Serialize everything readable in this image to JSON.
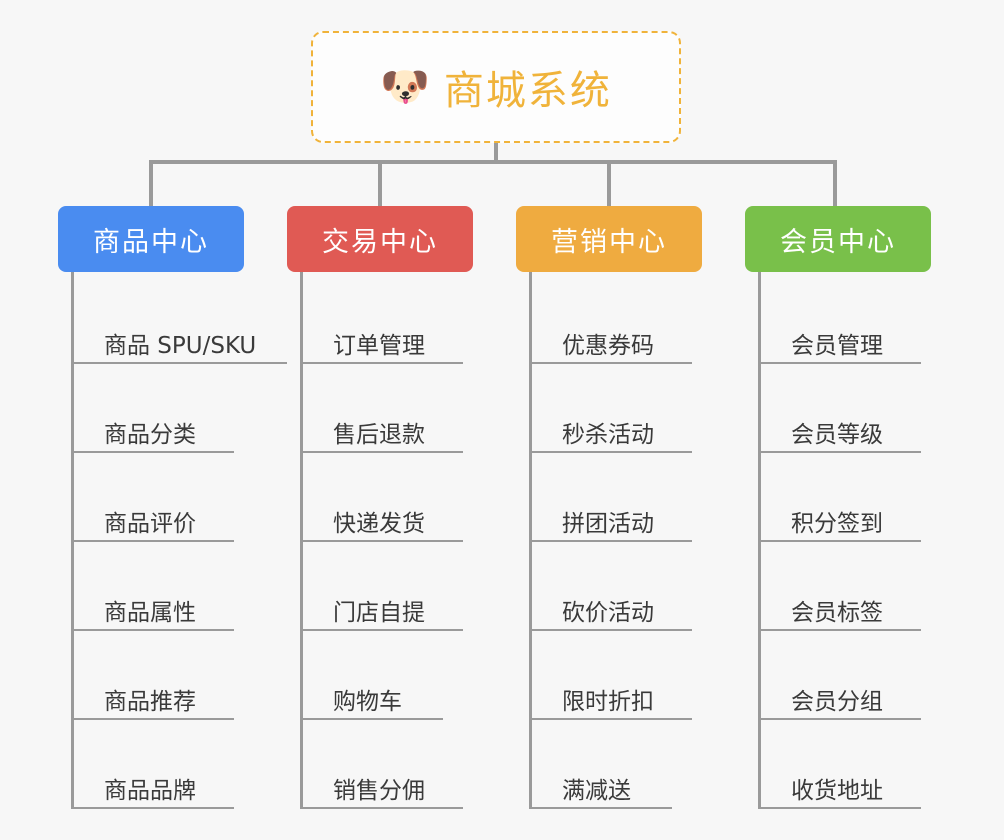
{
  "background_color": "#f7f7f7",
  "root": {
    "icon": "dog-face-emoji",
    "emoji": "🐶",
    "title": "商城系统",
    "border_color": "#f0b33a",
    "text_color": "#f0b33a"
  },
  "connector_color": "#9a9a9a",
  "columns": [
    {
      "id": "product-center",
      "header": "商品中心",
      "color": "#4a8cf0",
      "items": [
        "商品 SPU/SKU",
        "商品分类",
        "商品评价",
        "商品属性",
        "商品推荐",
        "商品品牌"
      ]
    },
    {
      "id": "trade-center",
      "header": "交易中心",
      "color": "#e05a54",
      "items": [
        "订单管理",
        "售后退款",
        "快递发货",
        "门店自提",
        "购物车",
        "销售分佣"
      ]
    },
    {
      "id": "marketing-center",
      "header": "营销中心",
      "color": "#efab40",
      "items": [
        "优惠券码",
        "秒杀活动",
        "拼团活动",
        "砍价活动",
        "限时折扣",
        "满减送"
      ]
    },
    {
      "id": "member-center",
      "header": "会员中心",
      "color": "#79c04a",
      "items": [
        "会员管理",
        "会员等级",
        "积分签到",
        "会员标签",
        "会员分组",
        "收货地址"
      ]
    }
  ]
}
